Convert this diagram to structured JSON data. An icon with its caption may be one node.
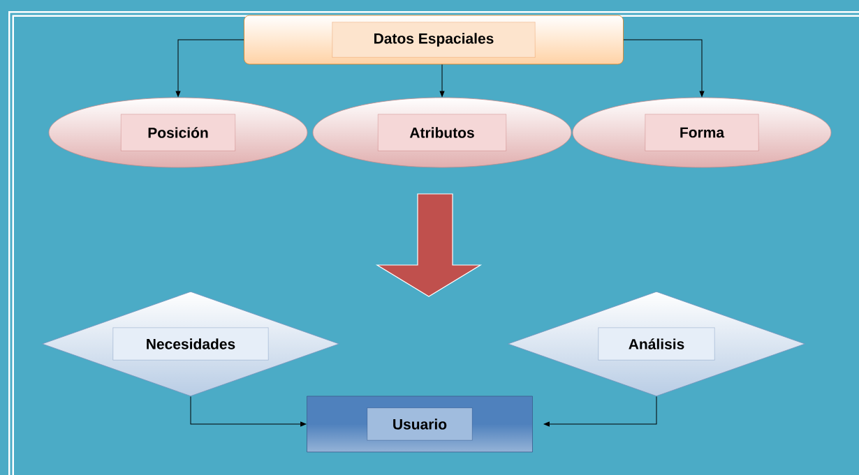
{
  "diagram": {
    "nodes": [
      {
        "text": [
          "Datos Espaciales"
        ]
      },
      {
        "text": [
          "Posición"
        ]
      },
      {
        "text": [
          "Atributos"
        ]
      },
      {
        "text": [
          "Forma"
        ]
      },
      {
        "text": [
          "Necesidades"
        ]
      },
      {
        "text": [
          "Análisis"
        ]
      },
      {
        "text": [
          "Usuario"
        ]
      }
    ],
    "edges": [
      {
        "from": 0,
        "to": 1,
        "arrow": "to"
      },
      {
        "from": 0,
        "to": 2,
        "arrow": "to"
      },
      {
        "from": 0,
        "to": 3,
        "arrow": "to"
      },
      {
        "from": 4,
        "to": 6,
        "arrow": "to"
      },
      {
        "from": 5,
        "to": 6,
        "arrow": "to"
      }
    ]
  }
}
